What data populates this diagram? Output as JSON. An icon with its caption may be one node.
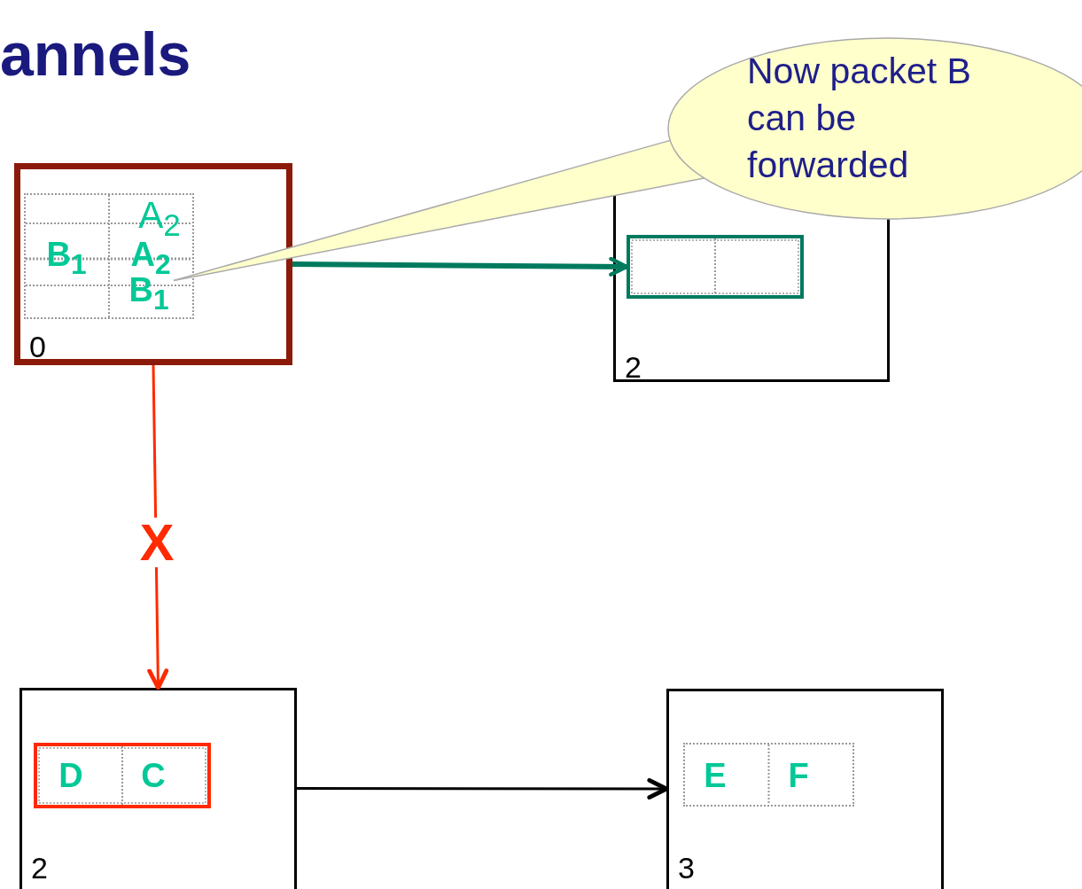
{
  "diagram": {
    "title": "annels",
    "nodes": [
      {
        "text": [
          "0"
        ]
      },
      {
        "text": [],
        "shape": "box",
        "in": 0
      },
      {
        "text": [
          "A$_{2}$"
        ],
        "in": 1
      },
      {
        "text": [
          "B$_{1}$"
        ],
        "in": 1
      },
      {
        "text": [
          "A$_{2}$"
        ],
        "in": 1
      },
      {
        "text": [
          "B$_{1}$"
        ],
        "in": 1
      },
      {
        "text": [
          "2"
        ]
      },
      {
        "text": [],
        "shape": "box",
        "in": 6
      },
      {
        "text": [
          "Now packet B can be forwarded"
        ]
      },
      {
        "text": [
          "2"
        ]
      },
      {
        "text": [],
        "shape": "box",
        "in": 9
      },
      {
        "text": [
          "D"
        ],
        "in": 10
      },
      {
        "text": [
          "C"
        ],
        "in": 10
      },
      {
        "text": [
          "3"
        ]
      },
      {
        "text": [],
        "shape": "box",
        "in": 13
      },
      {
        "text": [
          "E"
        ],
        "in": 14
      },
      {
        "text": [
          "F"
        ],
        "in": 14
      }
    ],
    "edges": [
      {
        "from": 0,
        "to": 7,
        "arrow": "to",
        "style": "thick",
        "color": "#007a5e"
      },
      {
        "from": 0,
        "to": 9,
        "arrow": "to",
        "label": "X",
        "color": "#ff2a00"
      },
      {
        "from": 9,
        "to": 13,
        "arrow": "to",
        "color": "#000000"
      },
      {
        "from": 8,
        "to": 5,
        "arrow": "none",
        "color": "#aaaaaa"
      }
    ]
  }
}
